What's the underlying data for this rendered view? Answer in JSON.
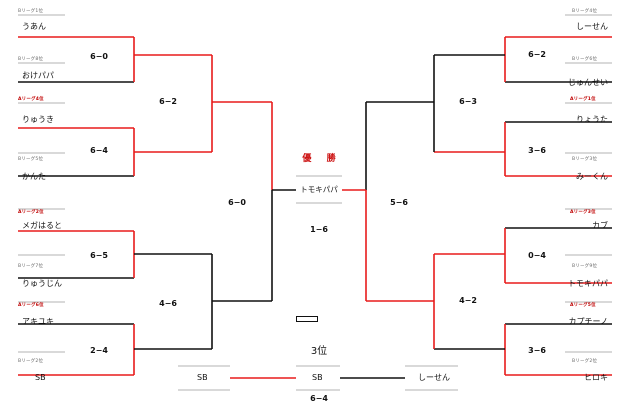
{
  "players": {
    "l1": {
      "name": "うあん",
      "tag": "Bリーグ1位",
      "tag_red": false
    },
    "l2": {
      "name": "おけパパ",
      "tag": "Bリーグ8位",
      "tag_red": false
    },
    "l3": {
      "name": "りゅうき",
      "tag": "Aリーグ4位",
      "tag_red": true
    },
    "l4": {
      "name": "かんた",
      "tag": "Bリーグ5位",
      "tag_red": false
    },
    "l5": {
      "name": "メガはると",
      "tag": "Aリーグ2位",
      "tag_red": true
    },
    "l6": {
      "name": "りゅうじん",
      "tag": "Bリーグ7位",
      "tag_red": false
    },
    "l7": {
      "name": "アキユキ",
      "tag": "Aリーグ6位",
      "tag_red": true
    },
    "l8": {
      "name": "SB",
      "tag": "Bリーグ2位",
      "tag_red": false
    },
    "r1": {
      "name": "しーせん",
      "tag": "Bリーグ4位",
      "tag_red": false
    },
    "r2": {
      "name": "じゅんせい",
      "tag": "Bリーグ6位",
      "tag_red": false
    },
    "r3": {
      "name": "りょうた",
      "tag": "Aリーグ1位",
      "tag_red": true
    },
    "r4": {
      "name": "みーくん",
      "tag": "Bリーグ3位",
      "tag_red": false
    },
    "r5": {
      "name": "カブ",
      "tag": "Aリーグ3位",
      "tag_red": true
    },
    "r6": {
      "name": "トモキパパ",
      "tag": "Bリーグ9位",
      "tag_red": false
    },
    "r7": {
      "name": "カプチーノ",
      "tag": "Aリーグ5位",
      "tag_red": true
    },
    "r8": {
      "name": "ヒロキ",
      "tag": "Bリーグ2位",
      "tag_red": false
    }
  },
  "scores": {
    "l_r1_a": "6−0",
    "l_r1_b": "6−4",
    "l_r1_c": "6−5",
    "l_r1_d": "2−4",
    "l_r2_a": "6−2",
    "l_r2_b": "4−6",
    "l_sf": "6−0",
    "r_r1_a": "6−2",
    "r_r1_b": "3−6",
    "r_r1_c": "0−4",
    "r_r1_d": "3−6",
    "r_r2_a": "6−3",
    "r_r2_b": "4−2",
    "r_sf": "5−6",
    "final": "1−6",
    "third": "6−4"
  },
  "center": {
    "champion_title": "優 勝",
    "champion": "トモキパパ",
    "third_title": "3位"
  },
  "third_place": {
    "left_name": "SB",
    "center_name": "SB",
    "right_name": "しーせん"
  },
  "colors": {
    "win": "#e81b1b",
    "lose": "#111111"
  }
}
